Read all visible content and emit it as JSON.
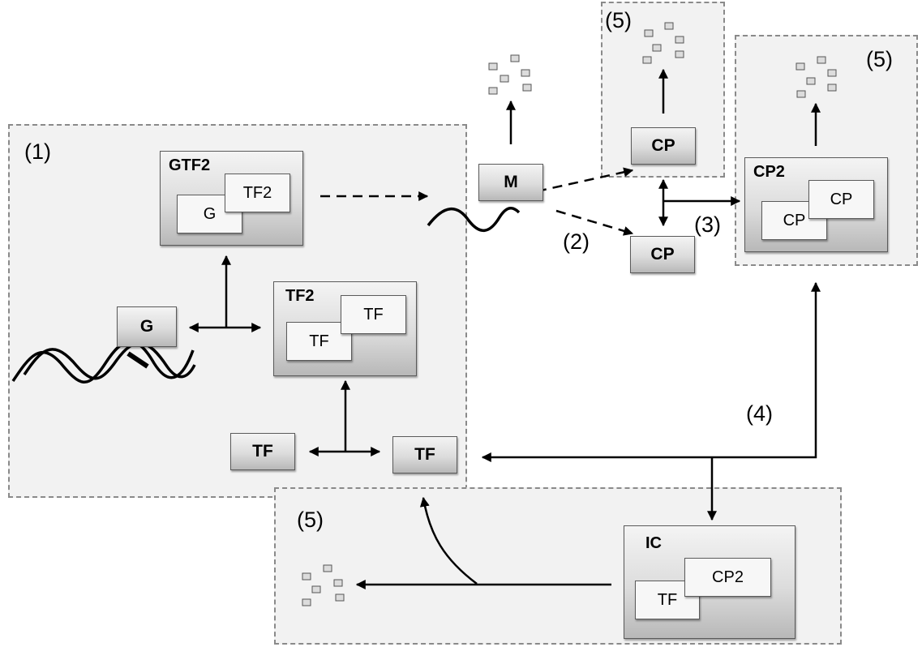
{
  "regions": {
    "r1": {
      "label": "(1)"
    },
    "r5_top": {
      "label": "(5)"
    },
    "r5_right": {
      "label": "(5)"
    },
    "r5_bottom": {
      "label": "(5)"
    }
  },
  "steps": {
    "s2": "(2)",
    "s3": "(3)",
    "s4": "(4)"
  },
  "nodes": {
    "gtf2": {
      "caption": "GTF2",
      "inner_g": "G",
      "inner_tf2": "TF2"
    },
    "gene": "G",
    "tf2": {
      "caption": "TF2",
      "inner_tf_a": "TF",
      "inner_tf_b": "TF"
    },
    "tf_left": "TF",
    "tf_right": "TF",
    "m": "M",
    "cp_top": "CP",
    "cp_low": "CP",
    "cp2": {
      "caption": "CP2",
      "inner_cp_a": "CP",
      "inner_cp_b": "CP"
    },
    "ic": {
      "caption": "IC",
      "inner_cp2": "CP2",
      "inner_tf": "TF"
    }
  }
}
